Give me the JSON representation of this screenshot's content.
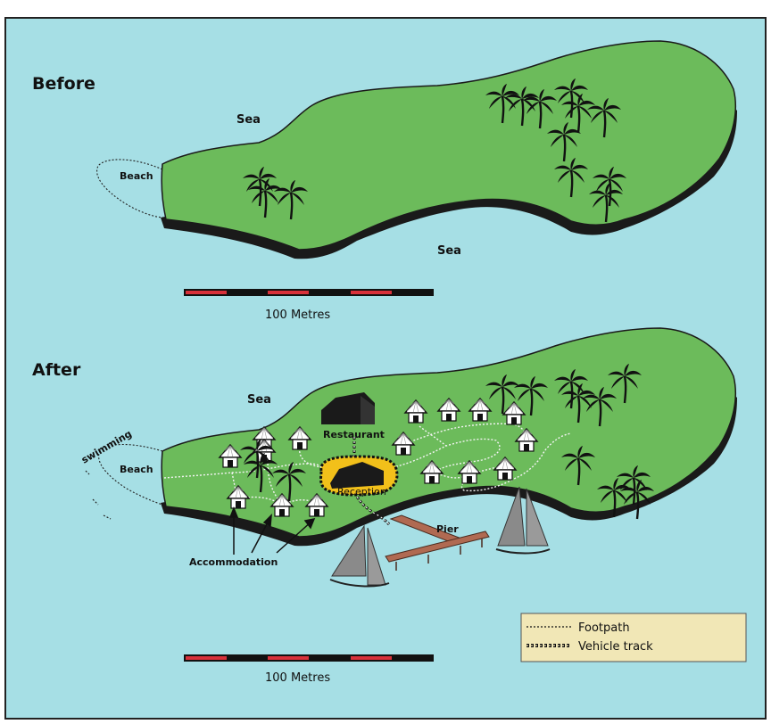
{
  "maps": [
    {
      "title": "Before",
      "labels": {
        "sea_top": "Sea",
        "sea_bottom": "Sea",
        "beach": "Beach"
      },
      "scale": "100 Metres"
    },
    {
      "title": "After",
      "labels": {
        "sea_top": "Sea",
        "beach": "Beach",
        "swimming": "swimming",
        "restaurant": "Restaurant",
        "reception": "Reception",
        "pier": "Pier",
        "accommodation": "Accommodation"
      },
      "scale": "100 Metres"
    }
  ],
  "legend": {
    "items": [
      {
        "label": "Footpath",
        "symbol": "dotted-line"
      },
      {
        "label": "Vehicle track",
        "symbol": "dashed-thick-line"
      }
    ]
  },
  "colors": {
    "sea": "#a6dfe5",
    "land": "#6cbb5b",
    "land_shadow": "#1a1a1a",
    "reception_area": "#f2c01a",
    "legend_bg": "#f1e7b6",
    "scale_red": "#d8313a",
    "pier": "#b06a52",
    "sail": "#8a8a8a"
  }
}
